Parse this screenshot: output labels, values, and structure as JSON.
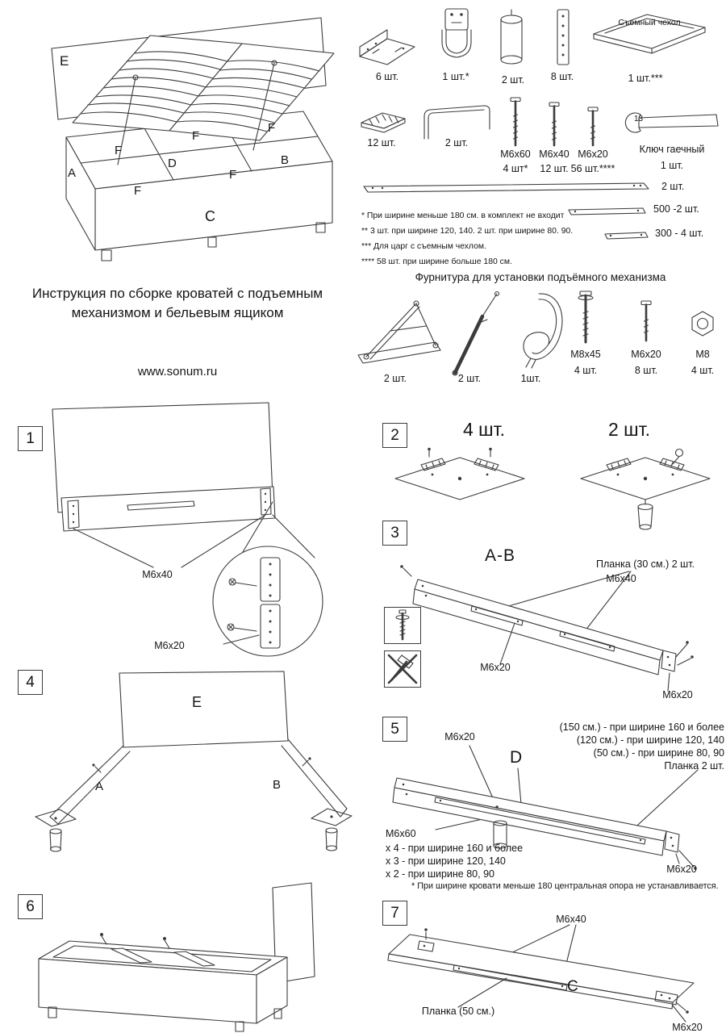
{
  "doc": {
    "title": "Инструкция по сборке кроватей с подъемным механизмом и бельевым ящиком",
    "website": "www.sonum.ru"
  },
  "colors": {
    "line": "#3c3c3c",
    "text": "#151515",
    "background": "#ffffff"
  },
  "overview": {
    "e": "E",
    "f": "F",
    "a": "A",
    "b": "B",
    "c": "C",
    "d": "D"
  },
  "parts": {
    "row1": [
      {
        "icon": "corner-bracket-icon",
        "qty": "6 шт."
      },
      {
        "icon": "hook-bracket-icon",
        "qty": "1 шт.*"
      },
      {
        "icon": "cylinder-leg-icon",
        "qty": "2 шт."
      },
      {
        "icon": "flat-plate-icon",
        "qty": "8 шт."
      },
      {
        "icon": "removable-cover-icon",
        "label": "Съемный чехол",
        "qty": "1 шт.***"
      }
    ],
    "row2": [
      {
        "icon": "ribbed-clip-icon",
        "qty": "12 шт."
      },
      {
        "icon": "u-handle-icon",
        "qty": "2 шт."
      },
      {
        "icon": "bolt-icon",
        "label": "М6х60",
        "qty": "4 шт*"
      },
      {
        "icon": "bolt-icon",
        "label": "М6х40",
        "qty": "12 шт."
      },
      {
        "icon": "bolt-icon",
        "label": "М6х20",
        "qty": "56 шт.****"
      },
      {
        "icon": "wrench-icon",
        "label": "Ключ гаечный",
        "qty": "1 шт.",
        "size": "13"
      }
    ],
    "bars": [
      {
        "icon": "long-bar-icon",
        "qty": "2 шт."
      },
      {
        "icon": "bar-500-icon",
        "qty": "500 -2 шт."
      },
      {
        "icon": "bar-300-icon",
        "qty": "300 - 4 шт."
      }
    ],
    "footnotes": [
      "* При ширине меньше 180 см. в комплект не входит",
      "** 3 шт. при ширине  120, 140. 2 шт. при ширине 80. 90.",
      "*** Для царг с съемным чехлом.",
      "**** 58 шт. при ширине больше 180 см."
    ]
  },
  "hardware": {
    "title": "Фурнитура для установки подъёмного механизма",
    "items": [
      {
        "icon": "lift-mechanism-icon",
        "qty": "2 шт."
      },
      {
        "icon": "gas-strut-icon",
        "qty": "2 шт."
      },
      {
        "icon": "strap-icon",
        "qty": "1шт."
      },
      {
        "icon": "bolt-icon",
        "label": "М8х45",
        "qty": "4 шт."
      },
      {
        "icon": "bolt-icon",
        "label": "М6х20",
        "qty": "8 шт."
      },
      {
        "icon": "nut-icon",
        "label": "М8",
        "qty": "4 шт."
      }
    ]
  },
  "steps": {
    "s1": {
      "num": "1",
      "bolt_rail": "М6х40",
      "bolt_plate": "М6х20"
    },
    "s2": {
      "num": "2",
      "qty_left": "4 шт.",
      "qty_right": "2 шт."
    },
    "s3": {
      "num": "3",
      "title": "A-B",
      "plank": "Планка (30 см.)  2 шт.",
      "bolt_plank": "М6х40",
      "bolt_mid": "М6х20",
      "bolt_end": "М6х20"
    },
    "s4": {
      "num": "4",
      "e": "E",
      "a": "A",
      "b": "B"
    },
    "s5": {
      "num": "5",
      "note_150": "(150 см.) - при ширине 160 и более",
      "note_120": "(120 см.) - при ширине 120, 140",
      "note_50": "(50 см.) - при ширине 80, 90",
      "note_plank": "Планка 2 шт.",
      "bolt_top": "М6х20",
      "d": "D",
      "bolt60": "М6х60",
      "bolt60_x4": "х 4 - при ширине  160 и более",
      "bolt60_x3": "х 3 - при ширине  120, 140",
      "bolt60_x2": "х 2 - при ширине  80, 90",
      "bolt_end": "М6х20",
      "footnote": "* При ширине кровати меньше 180 центральная опора не устанавливается."
    },
    "s6": {
      "num": "6"
    },
    "s7": {
      "num": "7",
      "bolt_top": "М6х40",
      "plank": "Планка (50 см.)",
      "c": "C",
      "bolt_end": "М6х20"
    }
  }
}
